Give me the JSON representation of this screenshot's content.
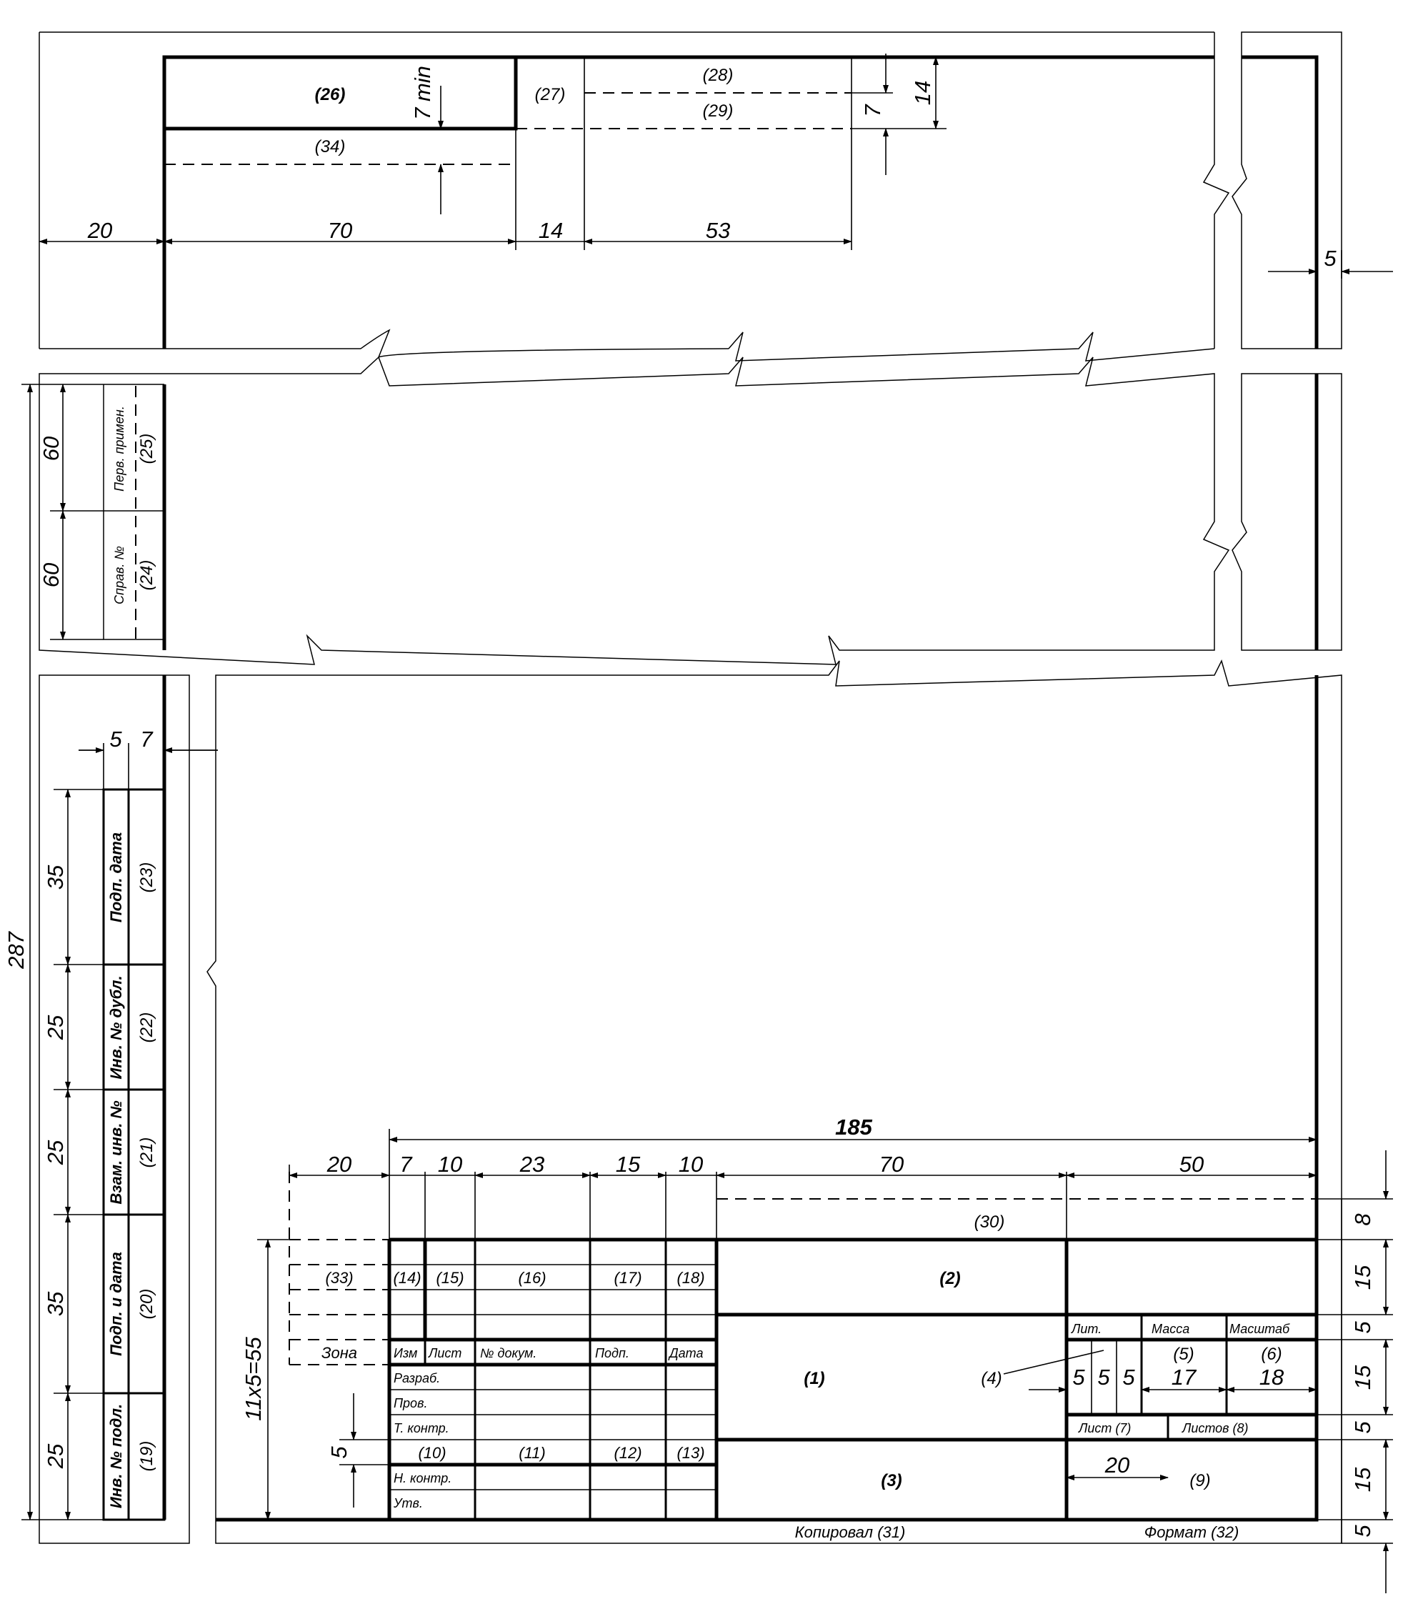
{
  "dimensions": {
    "top_20": "20",
    "top_70": "70",
    "top_14": "14",
    "top_53": "53",
    "top_7min": "7 min",
    "top_7": "7",
    "top_14v": "14",
    "right_5": "5",
    "height_287": "287",
    "left_60a": "60",
    "left_60b": "60",
    "strip_5": "5",
    "strip_7": "7",
    "strip_35a": "35",
    "strip_25a": "25",
    "strip_25b": "25",
    "strip_35b": "35",
    "strip_25c": "25",
    "total_185": "185",
    "col_20": "20",
    "col_7": "7",
    "col_10a": "10",
    "col_23": "23",
    "col_15": "15",
    "col_10b": "10",
    "col_70": "70",
    "col_50": "50",
    "rows_11x5": "11x5=55",
    "row_5": "5",
    "right_8": "8",
    "right_15a": "15",
    "right_5a": "5",
    "right_15b": "15",
    "right_5b": "5",
    "right_15c": "15",
    "right_5c": "5",
    "lit_5a": "5",
    "lit_5b": "5",
    "lit_5c": "5",
    "mass_17": "17",
    "scale_18": "18",
    "sheet_20": "20"
  },
  "top_fields": {
    "f26": "(26)",
    "f27": "(27)",
    "f28": "(28)",
    "f29": "(29)",
    "f34": "(34)"
  },
  "side_fields": {
    "perv_label": "Перв. примен.",
    "perv_num": "(25)",
    "sprav_label": "Справ. №",
    "sprav_num": "(24)",
    "podp_data_label": "Подп. дата",
    "podp_data_num": "(23)",
    "inv_dubl_label": "Инв. № дубл.",
    "inv_dubl_num": "(22)",
    "vzam_label": "Взам. инв. №",
    "vzam_num": "(21)",
    "podp_i_data_label": "Подп. и дата",
    "podp_i_data_num": "(20)",
    "inv_podl_label": "Инв. № подл.",
    "inv_podl_num": "(19)"
  },
  "title_block": {
    "f30": "(30)",
    "f33": "(33)",
    "f14": "(14)",
    "f15": "(15)",
    "f16": "(16)",
    "f17": "(17)",
    "f18": "(18)",
    "f2": "(2)",
    "f1": "(1)",
    "f3": "(3)",
    "f4": "(4)",
    "f5": "(5)",
    "f6": "(6)",
    "f9": "(9)",
    "f10": "(10)",
    "f11": "(11)",
    "f12": "(12)",
    "f13": "(13)",
    "zona": "Зона",
    "izm": "Изм",
    "list": "Лист",
    "n_dokum": "№ докум.",
    "podp": "Подп.",
    "data": "Дата",
    "razrab": "Разраб.",
    "prov": "Пров.",
    "t_kontr": "Т. контр.",
    "n_kontr": "Н. контр.",
    "utv": "Утв.",
    "lit": "Лит.",
    "massa": "Масса",
    "masshtab": "Масштаб",
    "list7": "Лист (7)",
    "listov8": "Листов (8)",
    "kopiroval": "Копировал (31)",
    "format": "Формат (32)"
  }
}
